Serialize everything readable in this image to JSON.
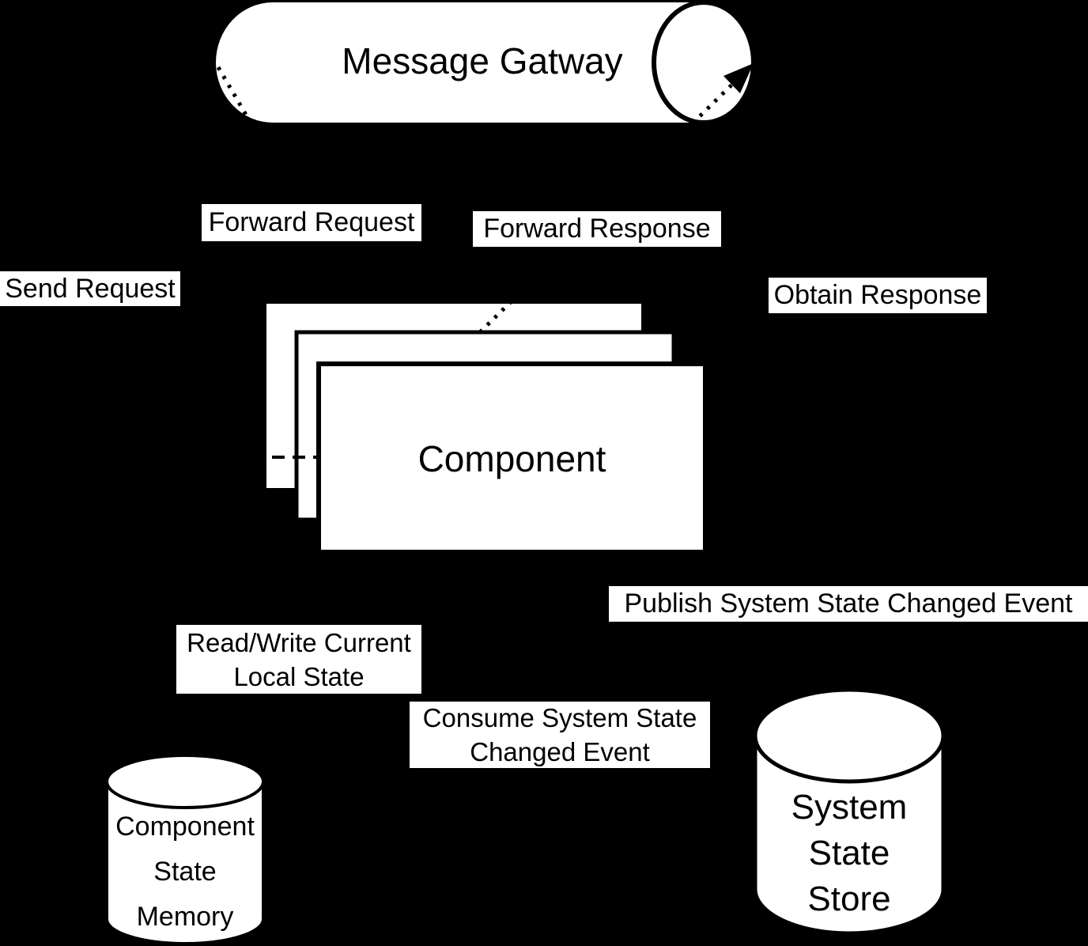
{
  "diagram": {
    "colors": {
      "background": "#000000",
      "shape_fill": "#ffffff",
      "stroke": "#000000"
    },
    "nodes": {
      "message_gateway": {
        "label": "Message Gatway"
      },
      "component": {
        "label": "Component"
      },
      "component_state_memory": {
        "lines": [
          "Component",
          "State",
          "Memory"
        ]
      },
      "system_state_store": {
        "lines": [
          "System",
          "State",
          "Store"
        ]
      }
    },
    "edge_labels": {
      "send_request": "Send Request",
      "forward_request": "Forward Request",
      "forward_response": "Forward Response",
      "obtain_response": "Obtain Response",
      "publish_event": "Publish System State Changed Event",
      "read_write_line1": "Read/Write Current",
      "read_write_line2": "Local State",
      "consume_line1": "Consume System State",
      "consume_line2": "Changed Event"
    }
  }
}
